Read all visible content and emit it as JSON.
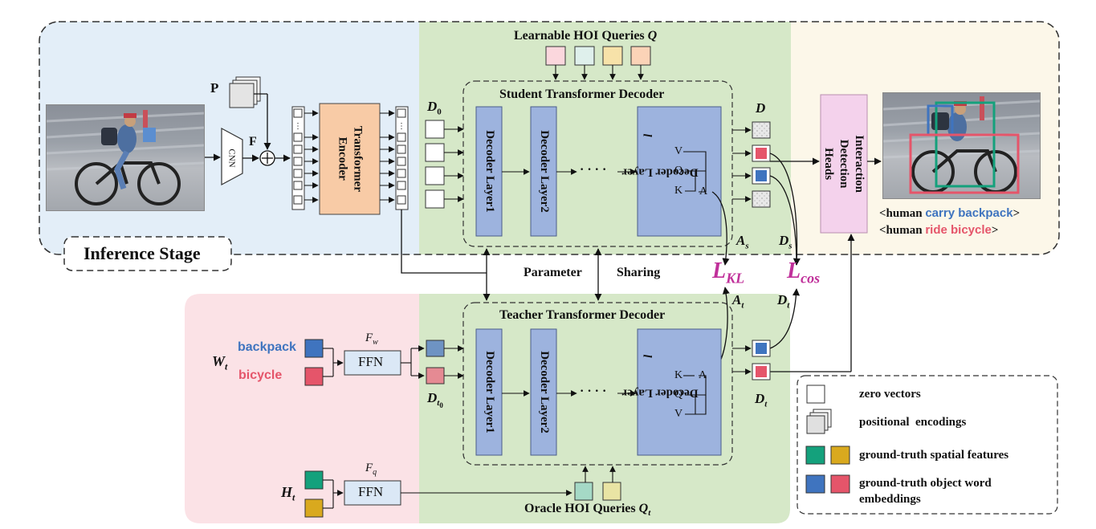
{
  "regions": {
    "inference_stage": "Inference Stage",
    "parameter_sharing": "Parameter",
    "parameter_sharing_2": "Sharing"
  },
  "inputs": {
    "p_label": "P",
    "cnn_label": "CNN",
    "f_label": "F",
    "encoder_label": "Transformer Encoder"
  },
  "student": {
    "title": "Student Transformer Decoder",
    "queries_title": "Learnable HOI Queries",
    "queries_symbol": "Q",
    "d0": "D",
    "d0_sub": "0",
    "layer1": "Decoder Layer1",
    "layer2": "Decoder Layer2",
    "layer_l": "Decoder Layer ",
    "layer_l_var": "l",
    "dots": "· · · ·",
    "v": "V",
    "q": "Q",
    "k": "K",
    "a": "A",
    "d_out": "D",
    "as": "A",
    "as_sub": "s",
    "ds": "D",
    "ds_sub": "s"
  },
  "teacher": {
    "title": "Teacher Transformer Decoder",
    "queries_title": "Oracle HOI Queries",
    "queries_symbol": "Q",
    "queries_sub": "t",
    "layer1": "Decoder Layer1",
    "layer2": "Decoder Layer2",
    "layer_l": "Decoder Layer ",
    "layer_l_var": "l",
    "dots": "· · · ·",
    "k": "K",
    "q": "Q",
    "v": "V",
    "a": "A",
    "at": "A",
    "at_sub": "t",
    "dt_top": "D",
    "dt_top_sub": "t",
    "dt_bottom": "D",
    "dt_bottom_sub": "t",
    "dt0": "D",
    "dt0_sub": "t",
    "dt0_subsub": "0"
  },
  "words": {
    "wt": "W",
    "wt_sub": "t",
    "backpack": "backpack",
    "bicycle": "bicycle",
    "fw": "F",
    "fw_sub": "w",
    "ffn1": "FFN",
    "ht": "H",
    "ht_sub": "t",
    "fq": "F",
    "fq_sub": "q",
    "ffn2": "FFN"
  },
  "losses": {
    "kl": "L",
    "kl_sub": "KL",
    "cos": "L",
    "cos_sub": "cos"
  },
  "output": {
    "heads_label": "Interaction Detection Heads",
    "pred1_prefix": "<human ",
    "pred1_action": "carry backpack",
    "pred1_suffix": ">",
    "pred2_prefix": "<human ",
    "pred2_action": "ride bicycle",
    "pred2_suffix": ">"
  },
  "legend": {
    "zero_vectors": "zero vectors",
    "positional_encodings": "positional  encodings",
    "spatial": "ground-truth spatial features",
    "word_emb_1": "ground-truth object word",
    "word_emb_2": "embeddings"
  },
  "colors": {
    "blue_region": "#e3eef8",
    "green_region": "#d6e8c8",
    "yellow_region": "#fcf7e9",
    "pink_region": "#fbe2e6",
    "decoder_layer": "#9db3de",
    "encoder": "#f8cba6",
    "heads": "#f4d2ec",
    "ffn": "#dbe8f6",
    "word_blue": "#3f74bf",
    "word_red": "#e5556a",
    "spatial_green": "#14a17c",
    "spatial_yellow": "#d9a91e",
    "loss": "#c0309a"
  }
}
